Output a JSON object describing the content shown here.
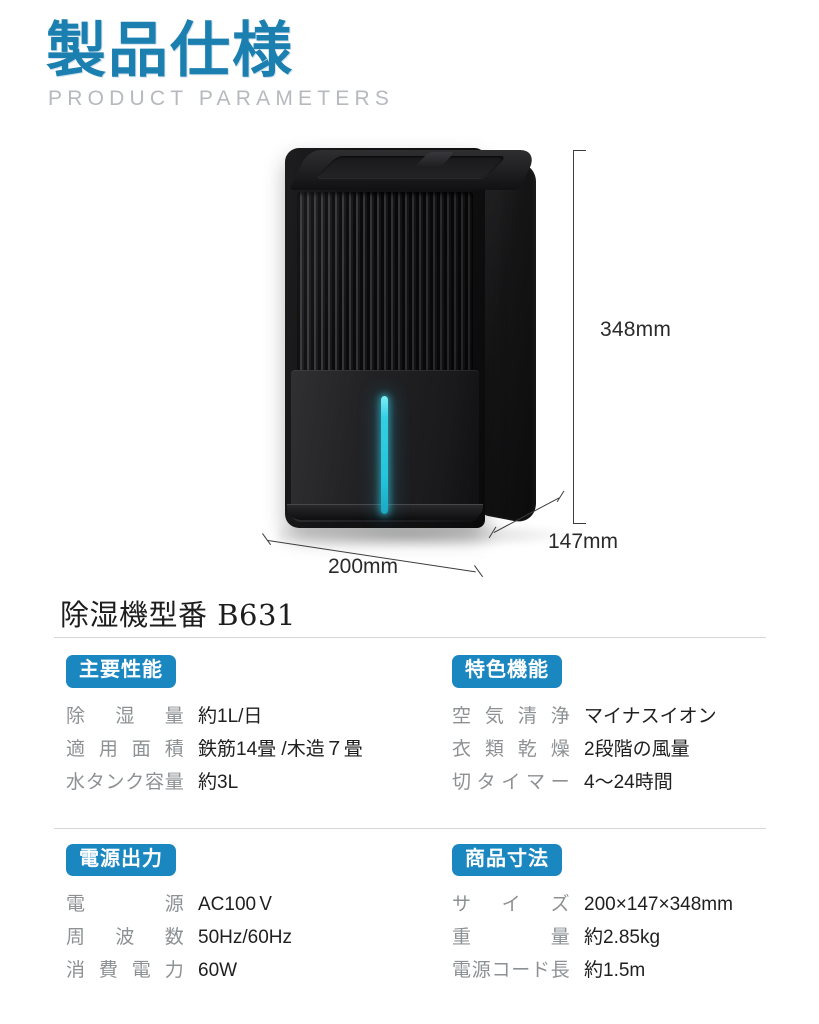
{
  "header": {
    "title_jp": "製品仕様",
    "title_en": "PRODUCT PARAMETERS",
    "accent_color": "#1b7fb0",
    "subtitle_color": "#b6b9bd"
  },
  "product": {
    "alt_name": "dehumidifier-product-photo",
    "body_color": "#131314",
    "led_color": "#34cfe4",
    "dimensions": {
      "height": "348mm",
      "width": "200mm",
      "depth": "147mm"
    }
  },
  "model": {
    "line": "除湿機型番 B631"
  },
  "sections": [
    {
      "badge": "主要性能",
      "badge_color": "#1b87c0",
      "items": [
        {
          "label": "除湿量",
          "value": "約1L/日"
        },
        {
          "label": "適用面積",
          "value": "鉄筋14畳 /木造７畳"
        },
        {
          "label": "水タンク容量",
          "value": "約3L"
        }
      ]
    },
    {
      "badge": "特色機能",
      "badge_color": "#1b87c0",
      "items": [
        {
          "label": "空気清浄",
          "value": "マイナスイオン"
        },
        {
          "label": "衣類乾燥",
          "value": "2段階の風量"
        },
        {
          "label": "切タイマー",
          "value": "4〜24時間"
        }
      ]
    },
    {
      "badge": "電源出力",
      "badge_color": "#1b87c0",
      "items": [
        {
          "label": "電源",
          "value": "AC100Ｖ"
        },
        {
          "label": "周波数",
          "value": "50Hz/60Hz"
        },
        {
          "label": "消費電力",
          "value": "60W"
        }
      ]
    },
    {
      "badge": "商品寸法",
      "badge_color": "#1b87c0",
      "items": [
        {
          "label": "サイズ",
          "value": "200×147×348mm"
        },
        {
          "label": "重量",
          "value": "約2.85kg"
        },
        {
          "label": "電源コード長",
          "value": "約1.5m"
        }
      ]
    }
  ]
}
